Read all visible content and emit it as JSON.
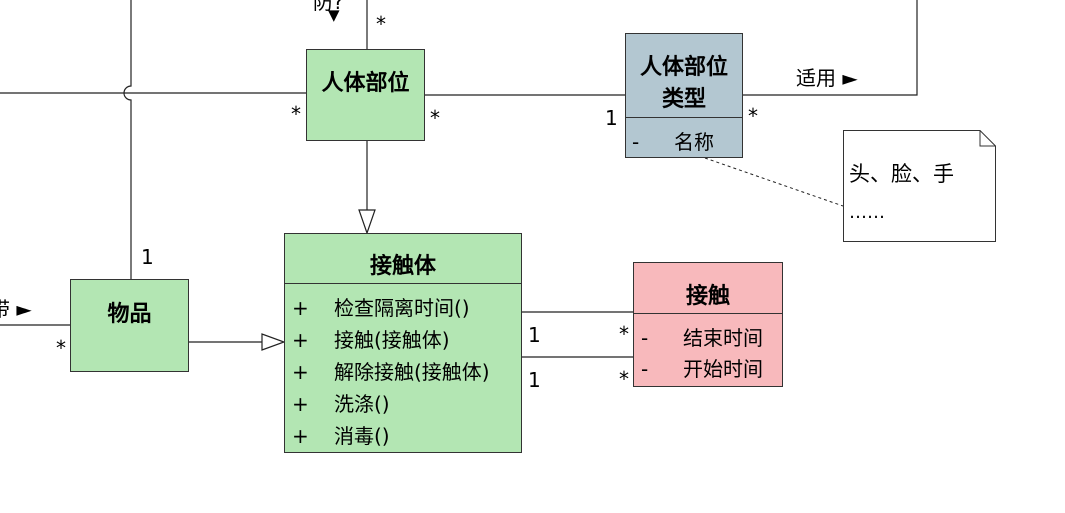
{
  "diagram": {
    "classes": {
      "body_part": {
        "name": "人体部位"
      },
      "body_part_type": {
        "name_line1": "人体部位",
        "name_line2": "类型",
        "attrs": [
          {
            "vis": "-",
            "text": "名称"
          }
        ]
      },
      "contact_body": {
        "name": "接触体",
        "ops": [
          {
            "vis": "+",
            "text": "检查隔离时间()"
          },
          {
            "vis": "+",
            "text": "接触(接触体)"
          },
          {
            "vis": "+",
            "text": "解除接触(接触体)"
          },
          {
            "vis": "+",
            "text": "洗涤()"
          },
          {
            "vis": "+",
            "text": "消毒()"
          }
        ]
      },
      "contact": {
        "name": "接触",
        "attrs": [
          {
            "vis": "-",
            "text": "结束时间"
          },
          {
            "vis": "-",
            "text": "开始时间"
          }
        ]
      },
      "item": {
        "name": "物品"
      }
    },
    "note": {
      "line1": "头、脸、手",
      "line2": "……"
    },
    "association_labels": {
      "applies_to": "适用 ►",
      "top_cut": "防?",
      "top_arrow": "▼",
      "left_cut": "带 ►"
    },
    "multiplicities": {
      "bp_top": "*",
      "bp_left": "*",
      "bp_right": "*",
      "type_left": "1",
      "type_right": "*",
      "item_top": "1",
      "item_left": "*",
      "cb_contact_1a": "1",
      "cb_contact_1b": "1",
      "contact_star_a": "*",
      "contact_star_b": "*"
    }
  }
}
